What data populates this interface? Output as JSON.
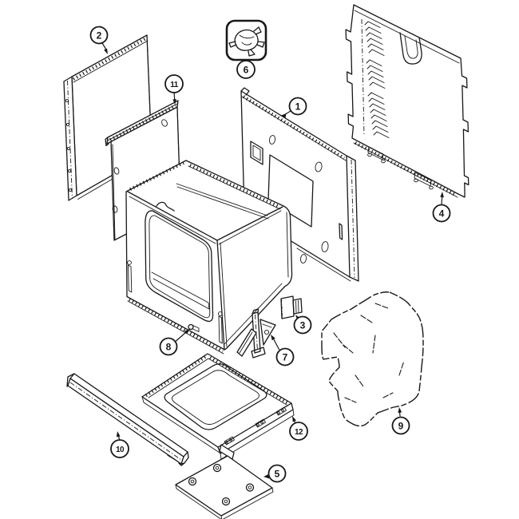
{
  "figure": {
    "kind": "exploded-parts-diagram",
    "subject": "oven-body-assembly",
    "style": "black-and-white line art"
  },
  "colors": {
    "background": "#ffffff",
    "ink": "#181818"
  },
  "callouts": [
    {
      "number": "1",
      "part": "rear-panel"
    },
    {
      "number": "2",
      "part": "outer-side-panel"
    },
    {
      "number": "3",
      "part": "mounting-clip"
    },
    {
      "number": "4",
      "part": "vented-back-shield"
    },
    {
      "number": "5",
      "part": "bottom-access-plate"
    },
    {
      "number": "6",
      "part": "small-hardware-item"
    },
    {
      "number": "7",
      "part": "support-bracket"
    },
    {
      "number": "8",
      "part": "oven-cavity-screw"
    },
    {
      "number": "9",
      "part": "insulation-wrap"
    },
    {
      "number": "10",
      "part": "front-rail"
    },
    {
      "number": "11",
      "part": "inner-side-panel"
    },
    {
      "number": "12",
      "part": "base-pan"
    }
  ]
}
